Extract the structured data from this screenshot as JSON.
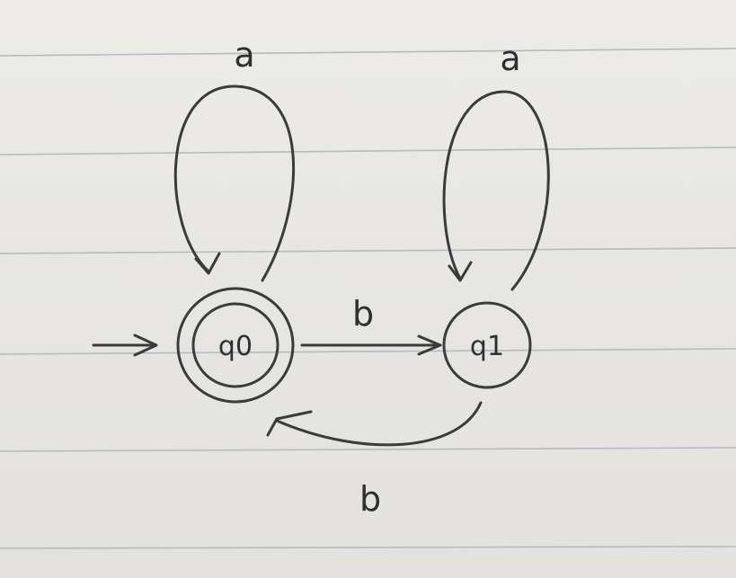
{
  "diagram": {
    "states": [
      {
        "label": "q0",
        "initial": true,
        "accepting": true
      },
      {
        "label": "q1",
        "initial": false,
        "accepting": false
      }
    ],
    "transitions": [
      {
        "from": "q0",
        "to": "q0",
        "symbol": "a"
      },
      {
        "from": "q1",
        "to": "q1",
        "symbol": "a"
      },
      {
        "from": "q0",
        "to": "q1",
        "symbol": "b"
      },
      {
        "from": "q1",
        "to": "q0",
        "symbol": "b"
      }
    ]
  },
  "colors": {
    "ink": "#3b3b3b",
    "paper": "#e9e8e4",
    "rule_lines": "#b6b8c2"
  }
}
